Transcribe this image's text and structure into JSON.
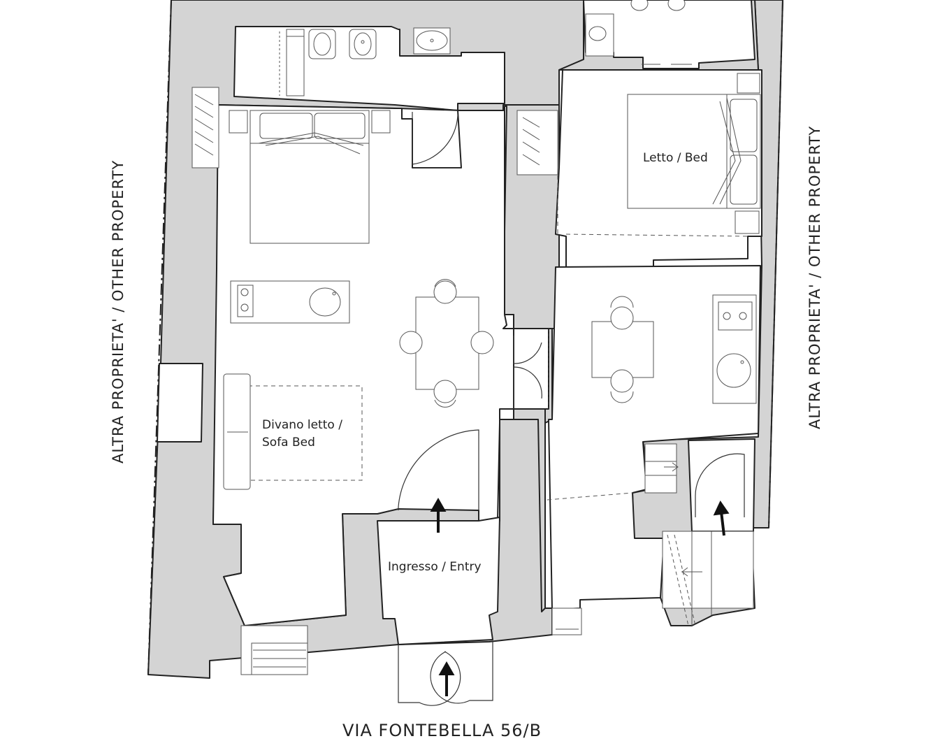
{
  "labels": {
    "left_property": "ALTRA PROPRIETA' / OTHER PROPERTY",
    "right_property": "ALTRA PROPRIETA' / OTHER PROPERTY",
    "bed": "Letto / Bed",
    "sofa_line1": "Divano letto /",
    "sofa_line2": "Sofa Bed",
    "entry": "Ingresso / Entry",
    "street": "VIA FONTEBELLA 56/B"
  },
  "colors": {
    "wall_fill": "#d4d4d4",
    "line": "#222222",
    "background": "#ffffff"
  }
}
